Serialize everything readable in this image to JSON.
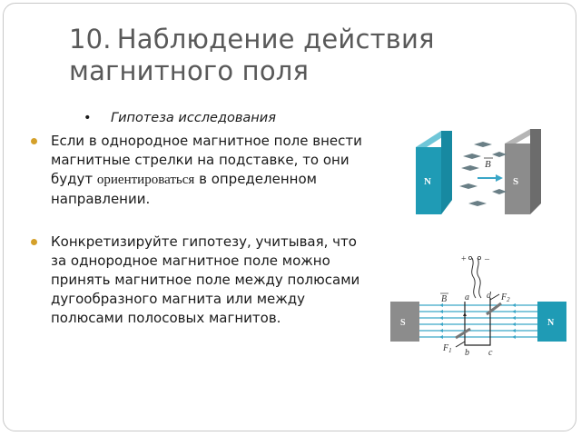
{
  "slide": {
    "title_number": "10.",
    "title_text": "Наблюдение действия магнитного поля",
    "hypothesis_label": "Гипотеза исследования",
    "paragraph1_part1": "Если в однородное магнитное поле внести магнитные стрелки на подставке, то они будут",
    "paragraph1_word_serif": "ориентироваться",
    "paragraph1_part2": "в определенном направлении.",
    "paragraph2": "Конкретизируйте гипотезу, учитывая, что за однородное магнитное поле можно принять магнитное поле между полюсами дугообразного магнита или между полюсами полосовых магнитов."
  },
  "figure1": {
    "pole_left": "N",
    "pole_right": "S",
    "field_label": "B"
  },
  "figure2": {
    "pole_left": "S",
    "pole_right": "N",
    "label_plus": "+",
    "label_minus": "–",
    "label_B": "B",
    "label_F2": "F",
    "label_F2_sub": "2",
    "label_F1": "F",
    "label_F1_sub": "1",
    "label_a": "a",
    "label_d": "d",
    "label_b": "b",
    "label_c": "c"
  },
  "colors": {
    "accent_bullet": "#d4a02a",
    "magnet_north": "#1f9bb5",
    "magnet_south": "#8c8c8c",
    "field_lines": "#3aa6c7"
  }
}
